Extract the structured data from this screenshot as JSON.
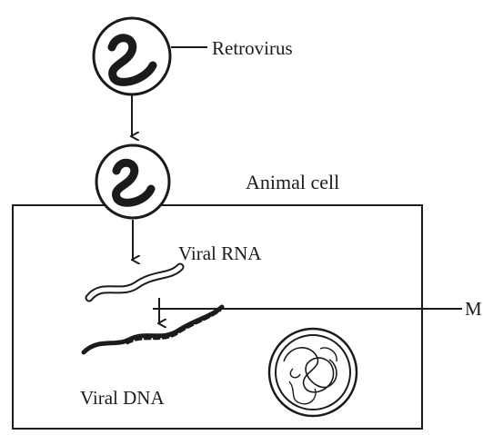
{
  "labels": {
    "retrovirus": "Retrovirus",
    "animal_cell": "Animal cell",
    "viral_rna": "Viral RNA",
    "marker": "M",
    "viral_dna": "Viral DNA"
  },
  "colors": {
    "ink": "#1b1b1b",
    "background": "#ffffff"
  }
}
